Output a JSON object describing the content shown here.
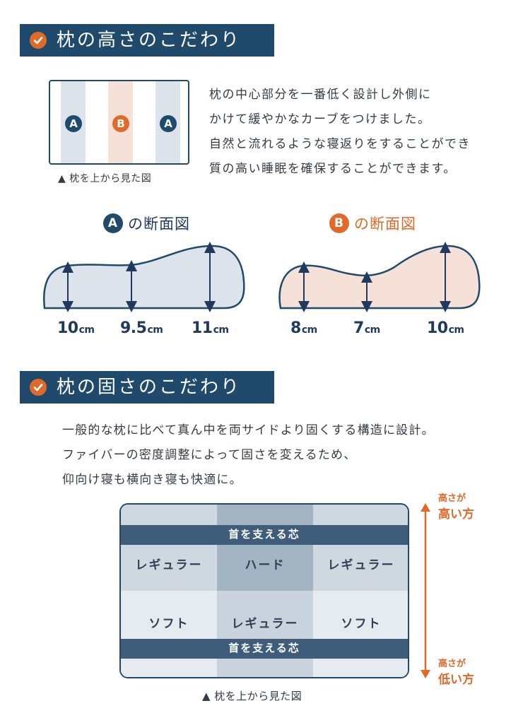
{
  "section1": {
    "title": "枕の高さのこだわり",
    "top_view": {
      "labels": [
        "A",
        "B",
        "A"
      ],
      "caption": "▲ 枕を上から見た図"
    },
    "description": [
      "枕の中心部分を一番低く設計し外側に",
      "かけて緩やかなカーブをつけました。",
      "自然と流れるような寝返りをすることができ",
      "質の高い睡眠を確保することができます。"
    ],
    "cross_a": {
      "badge": "A",
      "title": "の断面図",
      "measurements": [
        {
          "value": "10",
          "unit": "cm"
        },
        {
          "value": "9.5",
          "unit": "cm"
        },
        {
          "value": "11",
          "unit": "cm"
        }
      ]
    },
    "cross_b": {
      "badge": "B",
      "title": "の断面図",
      "measurements": [
        {
          "value": "8",
          "unit": "cm"
        },
        {
          "value": "7",
          "unit": "cm"
        },
        {
          "value": "10",
          "unit": "cm"
        }
      ]
    }
  },
  "section2": {
    "title": "枕の固さのこだわり",
    "description": [
      "一般的な枕に比べて真ん中を両サイドより固くする構造に設計。",
      "ファイバーの密度調整によって固さを変えるため、",
      "仰向け寝も横向き寝も快適に。"
    ],
    "grid": {
      "core_label": "首を支える芯",
      "top_row": [
        "レギュラー",
        "ハード",
        "レギュラー"
      ],
      "bottom_row": [
        "ソフト",
        "レギュラー",
        "ソフト"
      ]
    },
    "height_arrow": {
      "top_small": "高さが",
      "top_big": "高い方",
      "bottom_small": "高さが",
      "bottom_big": "低い方"
    },
    "caption": "▲ 枕を上から見た図"
  },
  "colors": {
    "navy": "#1f4a6c",
    "accent_orange": "#e06a2a",
    "pale_blue": "#dce3ea",
    "pale_peach": "#f6e1d9"
  }
}
